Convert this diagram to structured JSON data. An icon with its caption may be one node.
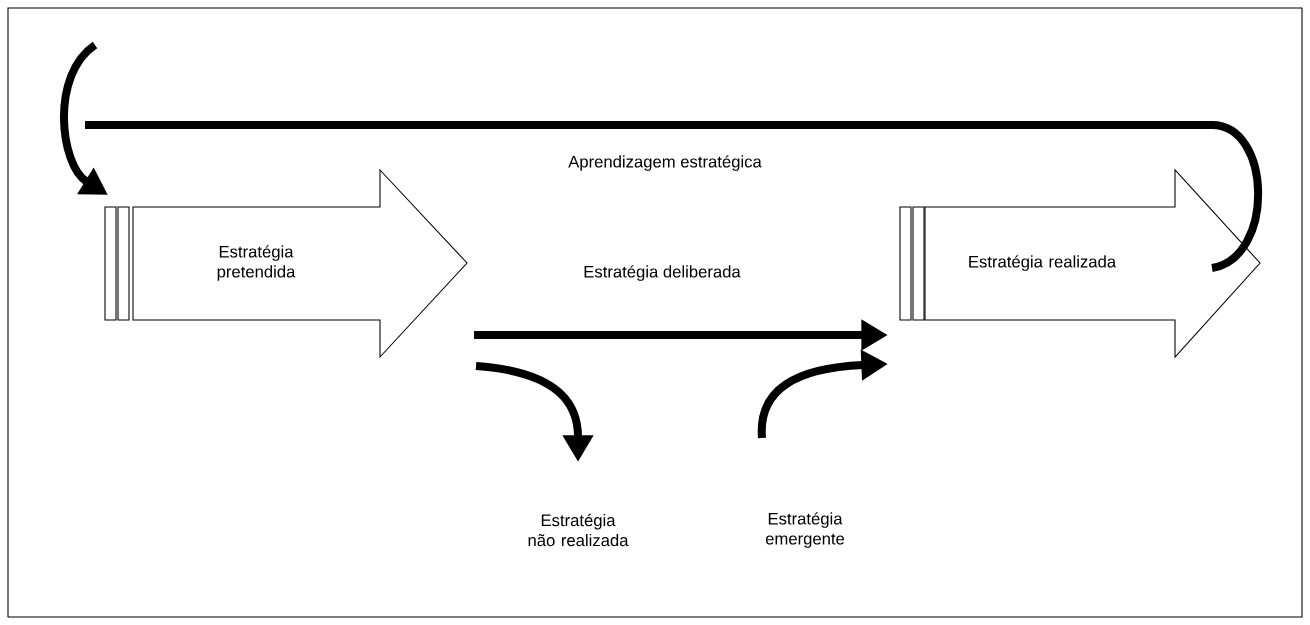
{
  "diagram": {
    "nodes": [
      {
        "text": [
          "Estratégia pretendida"
        ]
      },
      {
        "text": [
          "Estratégia realizada"
        ]
      },
      {
        "text": [
          "Estratégia não realizada"
        ]
      },
      {
        "text": [
          "Estratégia emergente"
        ]
      }
    ],
    "edges": [
      {
        "from": 0,
        "to": 1,
        "arrow": "to",
        "label": "Estratégia deliberada"
      },
      {
        "from": 0,
        "to": 2,
        "arrow": "to"
      },
      {
        "from": 3,
        "to": 1,
        "arrow": "to"
      },
      {
        "from": 1,
        "to": 0,
        "arrow": "to",
        "label": "Aprendizagem estratégica"
      }
    ]
  }
}
